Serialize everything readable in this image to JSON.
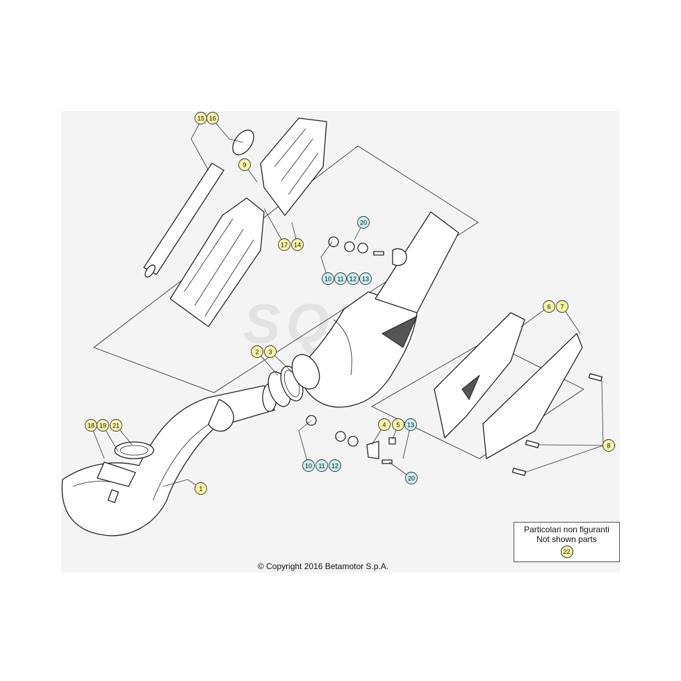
{
  "legend": {
    "line1": "Particolari non figuranti",
    "line2": "Not shown parts",
    "part": "22"
  },
  "copyright": "© Copyright 2016 Betamotor S.p.A.",
  "watermark": "SQR",
  "callouts": [
    {
      "id": "c15",
      "label": "15",
      "color": "yellow"
    },
    {
      "id": "c16",
      "label": "16",
      "color": "yellow"
    },
    {
      "id": "c9",
      "label": "9",
      "color": "yellow"
    },
    {
      "id": "c17",
      "label": "17",
      "color": "yellow"
    },
    {
      "id": "c14",
      "label": "14",
      "color": "yellow"
    },
    {
      "id": "c20a",
      "label": "20",
      "color": "cyan"
    },
    {
      "id": "c10a",
      "label": "10",
      "color": "cyan"
    },
    {
      "id": "c11a",
      "label": "11",
      "color": "cyan"
    },
    {
      "id": "c12a",
      "label": "12",
      "color": "cyan"
    },
    {
      "id": "c13a",
      "label": "13",
      "color": "cyan"
    },
    {
      "id": "c6",
      "label": "6",
      "color": "yellow"
    },
    {
      "id": "c7",
      "label": "7",
      "color": "yellow"
    },
    {
      "id": "c2",
      "label": "2",
      "color": "yellow"
    },
    {
      "id": "c3",
      "label": "3",
      "color": "yellow"
    },
    {
      "id": "c8",
      "label": "8",
      "color": "yellow"
    },
    {
      "id": "c4",
      "label": "4",
      "color": "yellow"
    },
    {
      "id": "c5",
      "label": "5",
      "color": "yellow"
    },
    {
      "id": "c13b",
      "label": "13",
      "color": "cyan"
    },
    {
      "id": "c18",
      "label": "18",
      "color": "yellow"
    },
    {
      "id": "c19",
      "label": "19",
      "color": "yellow"
    },
    {
      "id": "c21",
      "label": "21",
      "color": "yellow"
    },
    {
      "id": "c10b",
      "label": "10",
      "color": "cyan"
    },
    {
      "id": "c11b",
      "label": "11",
      "color": "cyan"
    },
    {
      "id": "c12b",
      "label": "12",
      "color": "cyan"
    },
    {
      "id": "c20b",
      "label": "20",
      "color": "cyan"
    },
    {
      "id": "c1",
      "label": "1",
      "color": "yellow"
    }
  ]
}
